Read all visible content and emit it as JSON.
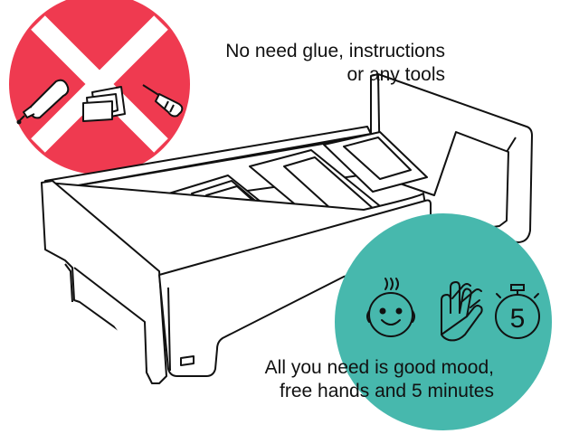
{
  "prohibited_items": {
    "line_1": "No need glue, instructions",
    "line_2": "or any tools",
    "icons": [
      "glue-bottle-icon",
      "instructions-icon",
      "screwdriver-icon"
    ],
    "sign_color": "#ef3a50"
  },
  "requirements": {
    "line_1": "All you need is good mood,",
    "line_2": "free hands and 5 minutes",
    "icons": [
      "happy-face-icon",
      "clapping-hands-icon",
      "stopwatch-icon"
    ],
    "stopwatch_number": "5",
    "circle_color": "#47b8ad"
  },
  "product": {
    "name": "bed-frame",
    "line_color": "#111111"
  }
}
